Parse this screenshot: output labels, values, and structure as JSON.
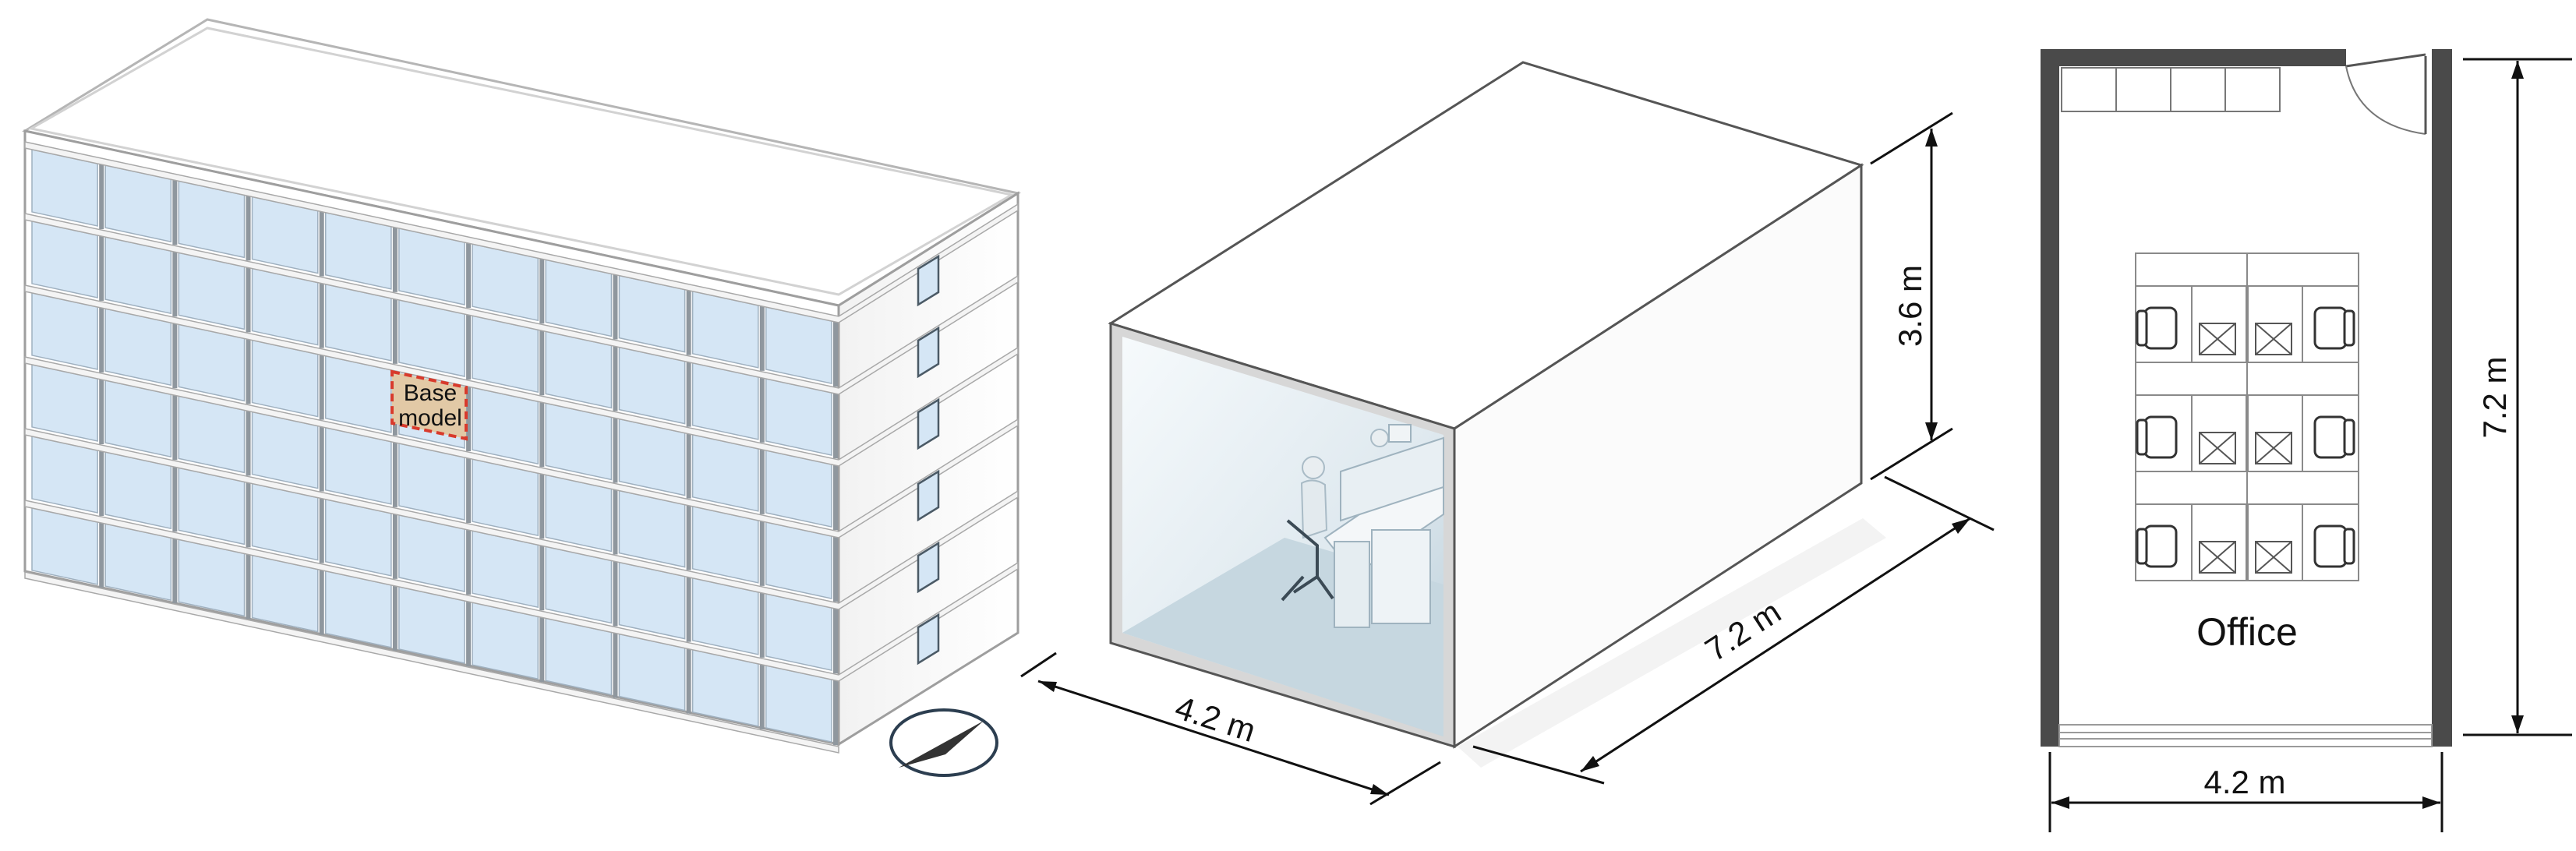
{
  "building": {
    "label_line1": "Base",
    "label_line2": "model",
    "label_fill": "#e2c9a6",
    "label_border": "#d83a2c",
    "glass_color": "#d5e6f5",
    "mullion_color": "#8f979e"
  },
  "isometric_room": {
    "width_label": "4.2 m",
    "depth_label": "7.2 m",
    "height_label": "3.6 m"
  },
  "floor_plan": {
    "room_label": "Office",
    "width_label": "4.2 m",
    "depth_label": "7.2 m",
    "wall_color": "#4a4a4a"
  },
  "compass": {
    "icon": "north-arrow-icon"
  }
}
